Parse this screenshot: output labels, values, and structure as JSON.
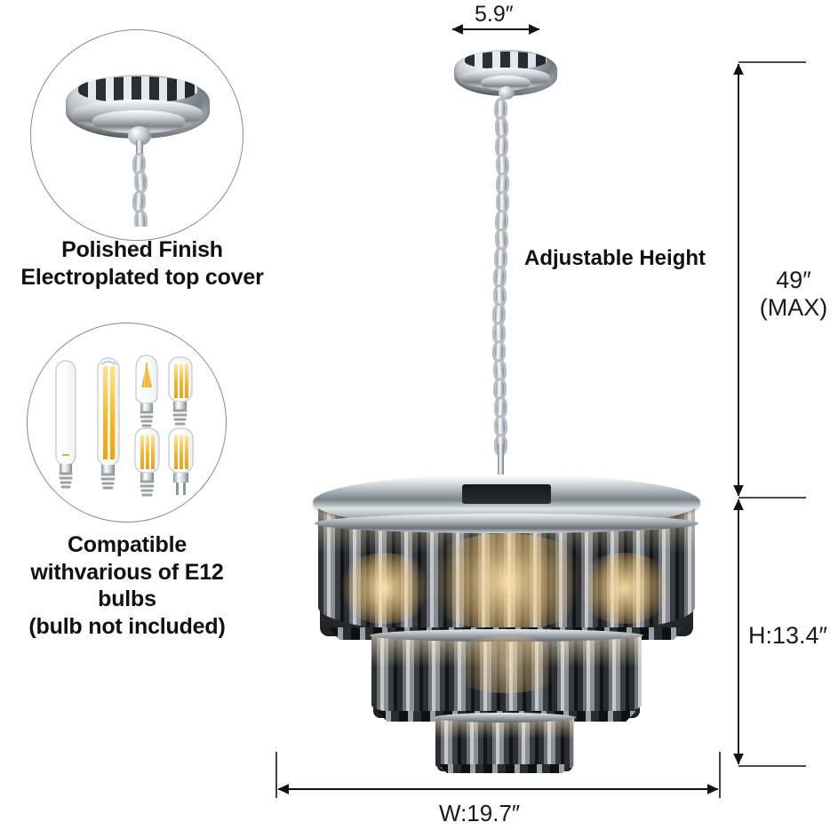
{
  "product": {
    "type": "3-tier crystal chandelier",
    "finish_color": "#b9c0c6",
    "crystal_color": "#4a4d51",
    "glow_color": "#ffe2aa"
  },
  "callouts": [
    {
      "id": "canopy",
      "icon": "ceiling-canopy-photo",
      "caption_line1": "Polished Finish",
      "caption_line2": "Electroplated top cover"
    },
    {
      "id": "bulbs",
      "icon": "e12-bulb-photo",
      "caption_line1": "Compatible",
      "caption_line2": "withvarious of E12 bulbs",
      "caption_line3": "(bulb not included)",
      "bulbs": [
        {
          "shape": "tubular-long",
          "base": "E12"
        },
        {
          "shape": "tubular-long",
          "base": "E12"
        },
        {
          "shape": "flame-candle",
          "base": "E12"
        },
        {
          "shape": "tubular-short",
          "base": "E12"
        },
        {
          "shape": "tubular-short",
          "base": "E12"
        },
        {
          "shape": "tubular-short",
          "base": "G9"
        }
      ]
    }
  ],
  "dimensions": {
    "canopy_width": "5.9″",
    "total_height_line1": "49″",
    "total_height_line2": "(MAX)",
    "fixture_height": "H:13.4″",
    "fixture_width": "W:19.7″"
  },
  "features": {
    "adjustable_height": "Adjustable Height"
  }
}
